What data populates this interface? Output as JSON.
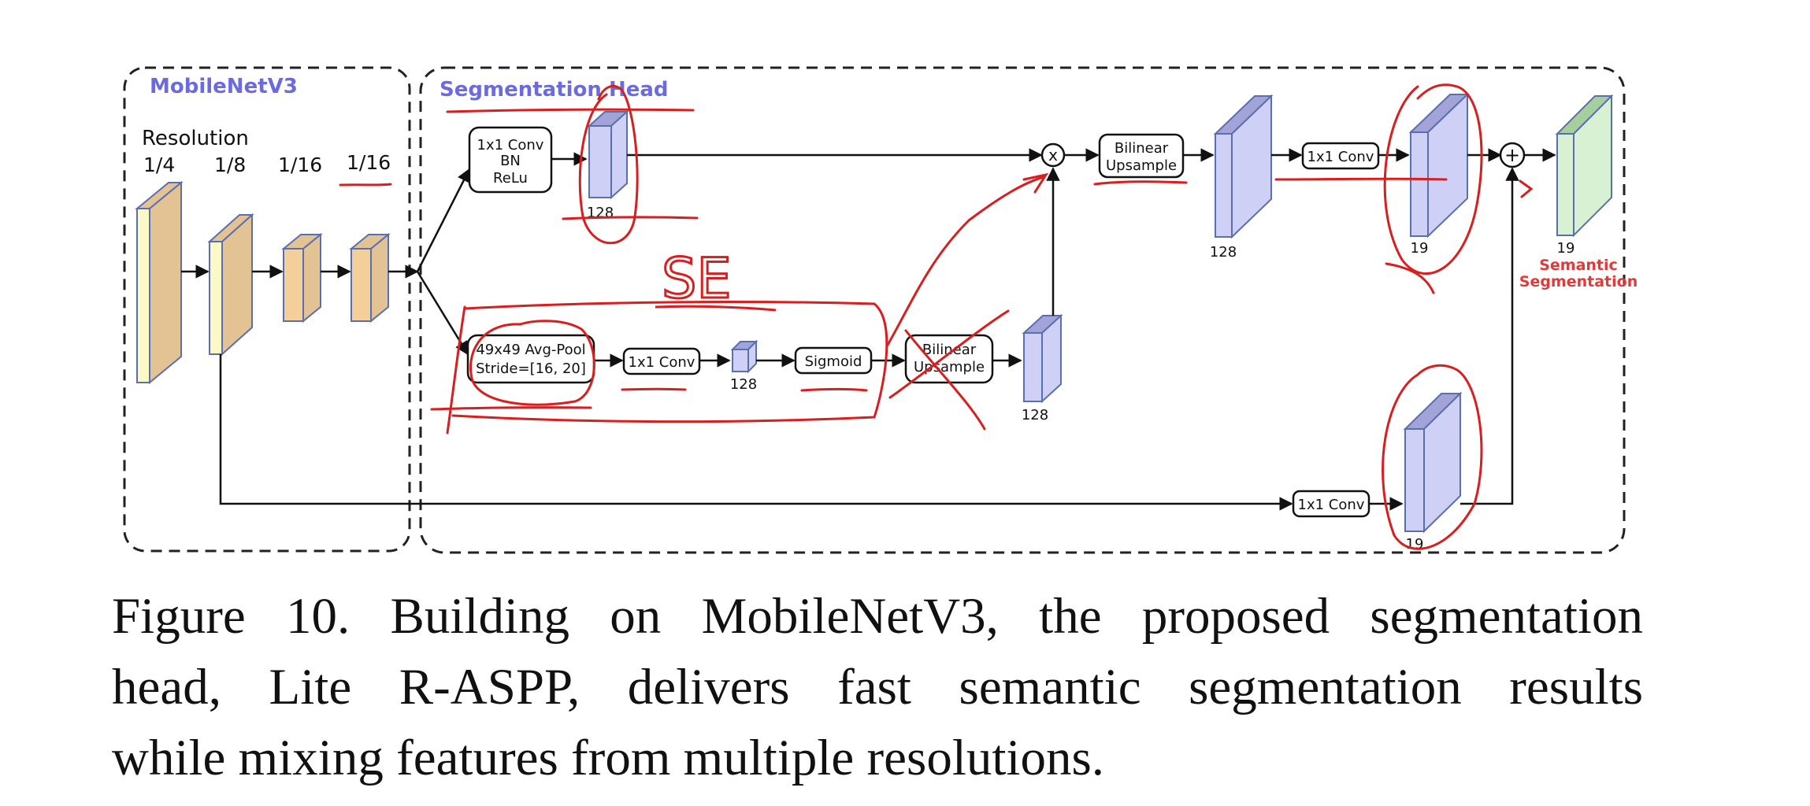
{
  "backbone": {
    "title": "MobileNetV3",
    "resolution_label": "Resolution",
    "resolutions": [
      "1/4",
      "1/8",
      "1/16",
      "1/16"
    ]
  },
  "head": {
    "title": "Segmentation Head",
    "top_branch": {
      "conv_block": [
        "1x1 Conv",
        "BN",
        "ReLu"
      ],
      "feature_channels": "128",
      "multiply_symbol": "x",
      "upsample_block": [
        "Bilinear",
        "Upsample"
      ],
      "upsampled_channels": "128",
      "conv_label": "1x1 Conv",
      "output_channels": "19"
    },
    "se_branch": {
      "pool_block": [
        "49x49 Avg-Pool",
        "Stride=[16, 20]"
      ],
      "conv_label": "1x1 Conv",
      "vector_channels": "128",
      "sigmoid_label": "Sigmoid",
      "upsample_block": [
        "Bilinear",
        "Upsample"
      ],
      "upsampled_channels": "128"
    },
    "skip_branch": {
      "conv_label": "1x1 Conv",
      "output_channels": "19"
    },
    "add_symbol": "+",
    "output": {
      "channels": "19",
      "label_line1": "Semantic",
      "label_line2": "Segmentation"
    }
  },
  "annotation": {
    "handwritten_text": "SE"
  },
  "caption": {
    "line1": "Figure 10. Building on MobileNetV3, the proposed segmentation",
    "line2": "head, Lite R-ASPP, delivers fast semantic segmentation results",
    "line3": "while mixing features from multiple resolutions."
  },
  "colors": {
    "backbone_title": "#6b6bdf",
    "head_title": "#6b6bdf",
    "feature_backbone": "#fdf9c7",
    "feature_backbone_side": "#e3c394",
    "feature_head": "#cfd0f5",
    "feature_head_top": "#a2a3d6",
    "feature_output": "#d7f1d2",
    "feature_output_top": "#a7cf9d",
    "output_label": "#e23a3a",
    "pen": "#d81e1e"
  }
}
